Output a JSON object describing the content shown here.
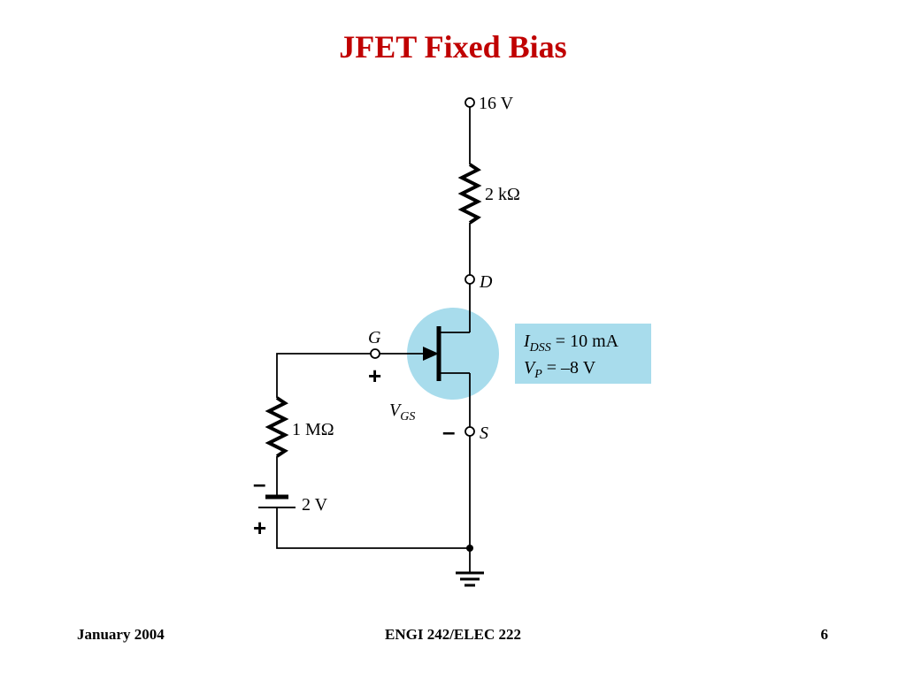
{
  "slide": {
    "title": "JFET Fixed Bias",
    "footer_left": "January 2004",
    "footer_center": "ENGI 242/ELEC 222",
    "footer_right": "6"
  },
  "circuit": {
    "supply_label": "16 V",
    "drain_resistor_label": "2 kΩ",
    "drain_label": "D",
    "gate_label": "G",
    "source_label": "S",
    "vgs_label_main": "V",
    "vgs_label_sub": "GS",
    "plus_sign": "+",
    "minus_sign": "–",
    "gate_resistor_label": "1 MΩ",
    "battery_label": "2 V",
    "battery_minus": "–",
    "battery_plus": "+",
    "params": {
      "idss_main": "I",
      "idss_sub": "DSS",
      "idss_value": " = 10 mA",
      "vp_main": "V",
      "vp_sub": "P",
      "vp_value": " = –8 V"
    },
    "colors": {
      "highlight": "#a8dcec",
      "title": "#c00000"
    }
  }
}
